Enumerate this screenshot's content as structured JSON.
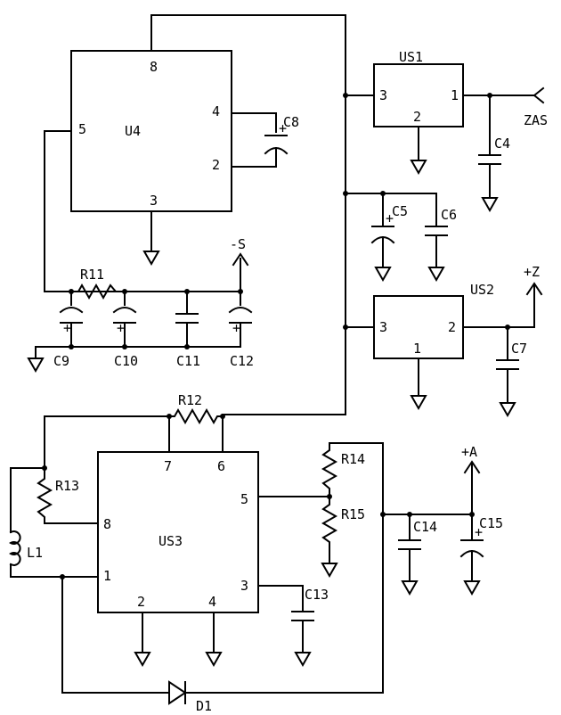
{
  "ics": {
    "u4": {
      "name": "U4",
      "pins": {
        "p8": "8",
        "p5": "5",
        "p4": "4",
        "p2": "2",
        "p3": "3"
      }
    },
    "us1": {
      "name": "US1",
      "pins": {
        "p3": "3",
        "p1": "1",
        "p2": "2"
      }
    },
    "us2": {
      "name": "US2",
      "pins": {
        "p3": "3",
        "p2": "2",
        "p1": "1"
      }
    },
    "us3": {
      "name": "US3",
      "pins": {
        "p7": "7",
        "p6": "6",
        "p5": "5",
        "p8": "8",
        "p1": "1",
        "p2": "2",
        "p4": "4",
        "p3": "3"
      }
    }
  },
  "components": {
    "c4": "C4",
    "c5": "C5",
    "c6": "C6",
    "c7": "C7",
    "c8": "C8",
    "c9": "C9",
    "c10": "C10",
    "c11": "C11",
    "c12": "C12",
    "c13": "C13",
    "c14": "C14",
    "c15": "C15",
    "r11": "R11",
    "r12": "R12",
    "r13": "R13",
    "r14": "R14",
    "r15": "R15",
    "l1": "L1",
    "d1": "D1"
  },
  "nets": {
    "zas": "ZAS",
    "neg_s": "-S",
    "pos_z": "+Z",
    "pos_a": "+A"
  },
  "polarity_mark": "+"
}
